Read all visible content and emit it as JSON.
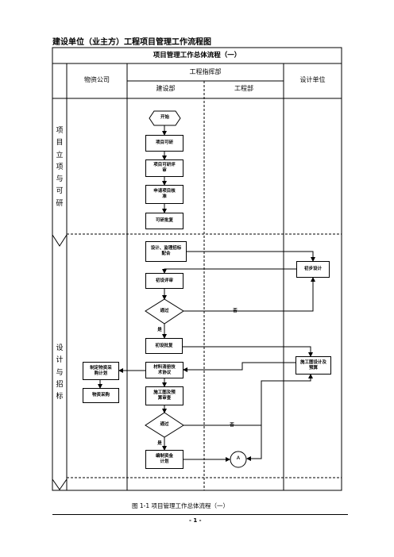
{
  "document": {
    "title": "建设单位（业主方）工程项目管理工作流程图",
    "table_title": "项目管理工作总体流程（一）",
    "caption": "图 1-1     项目管理工作总体流程（一）",
    "page_number": "- 1 -"
  },
  "header": {
    "col_material": "物资公司",
    "col_command": "工程指挥部",
    "col_construction": "建设部",
    "col_engineering": "工程部",
    "col_design": "设计单位"
  },
  "phases": {
    "phase1": "项目立项与可研",
    "phase2": "设计与招标"
  },
  "nodes": {
    "start": "开始",
    "feasibility": "项目可研",
    "feasibility_review": "项目可研评审",
    "apply_approval": "申请项目核准",
    "feasibility_approval": "可研批复",
    "design_bidding": "设计、监理招标配合",
    "prelim_design": "初步设计",
    "prelim_review": "初设评审",
    "pass1": "通过",
    "no1": "否",
    "yes1": "是",
    "prelim_approval": "初设批复",
    "construction_design": "施工图设计及预算",
    "material_plan": "制定物资采购计划",
    "material_purchase": "物资采购",
    "material_protocol": "材料清册技术协议",
    "drawing_review": "施工图及预算审查",
    "pass2": "通过",
    "no2": "否",
    "yes2": "是",
    "funding_plan": "编制资金计划",
    "connector_a": "A"
  }
}
